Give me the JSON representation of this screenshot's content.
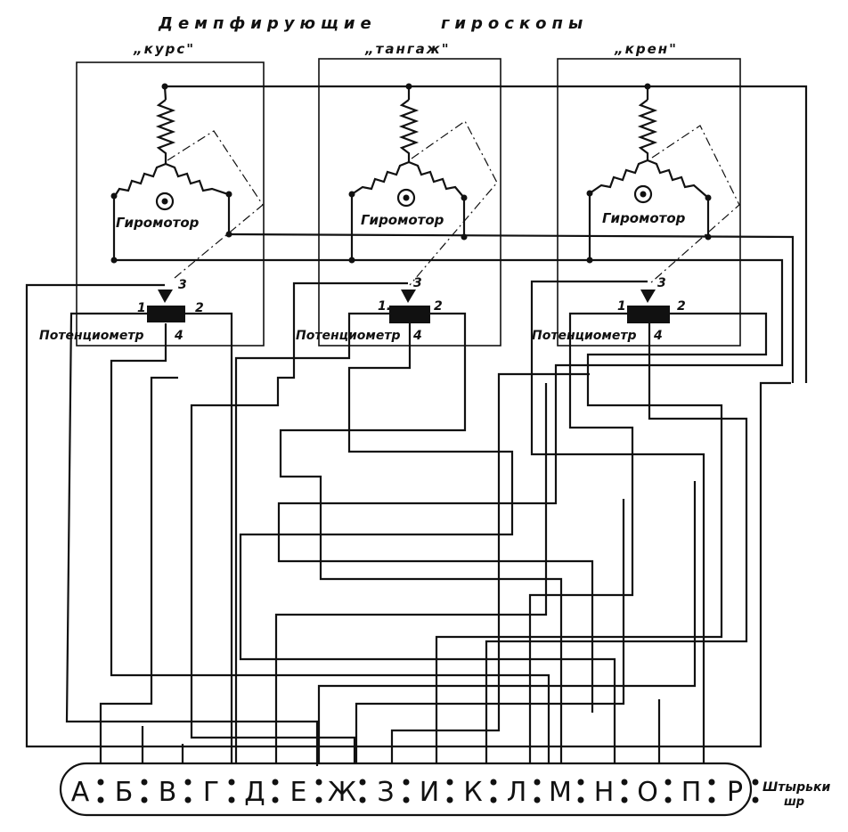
{
  "title_left": "Демпфирующие",
  "title_right": "гироскопы",
  "gyros": [
    {
      "name": "„курс\"",
      "motor_label": "Гиромотор",
      "pot_label": "Потенциометр",
      "terminals": {
        "t1": "1",
        "t2": "2",
        "t3": "3",
        "t4": "4"
      }
    },
    {
      "name": "„тангаж\"",
      "motor_label": "Гиромотор",
      "pot_label": "Потенциометр",
      "terminals": {
        "t1": "1.",
        "t2": "2",
        "t3": "3",
        "t4": "4"
      }
    },
    {
      "name": "„крен\"",
      "motor_label": "Гиромотор",
      "pot_label": "Потенциометр",
      "terminals": {
        "t1": "1",
        "t2": "2",
        "t3": "3",
        "t4": "4"
      }
    }
  ],
  "connector": {
    "label_line1": "Штырьки",
    "label_line2": "шр",
    "pins": [
      "А",
      "Б",
      "В",
      "Г",
      "Д",
      "Е",
      "Ж",
      "З",
      "И",
      "К",
      "Л",
      "М",
      "Н",
      "О",
      "П",
      "Р"
    ]
  }
}
